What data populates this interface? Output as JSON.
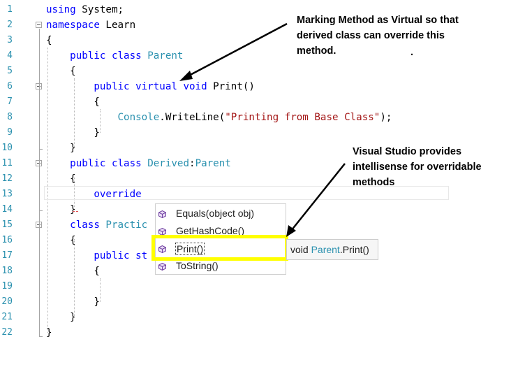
{
  "editor": {
    "line_numbers": [
      "1",
      "2",
      "3",
      "4",
      "5",
      "6",
      "7",
      "8",
      "9",
      "10",
      "11",
      "12",
      "13",
      "14",
      "15",
      "16",
      "17",
      "18",
      "19",
      "20",
      "21",
      "22"
    ],
    "lines": {
      "l1": [
        {
          "t": "using ",
          "c": "kw"
        },
        {
          "t": "System;",
          "c": ""
        }
      ],
      "l2": [
        {
          "t": "namespace ",
          "c": "kw"
        },
        {
          "t": "Learn",
          "c": ""
        }
      ],
      "l3": [
        {
          "t": "{",
          "c": ""
        }
      ],
      "l4": [
        {
          "t": "    public class ",
          "c": "kw"
        },
        {
          "t": "Parent",
          "c": "ty"
        }
      ],
      "l5": [
        {
          "t": "    {",
          "c": ""
        }
      ],
      "l6": [
        {
          "t": "        public virtual void ",
          "c": "kw"
        },
        {
          "t": "Print()",
          "c": ""
        }
      ],
      "l7": [
        {
          "t": "        {",
          "c": ""
        }
      ],
      "l8": [
        {
          "t": "            Console",
          "c": "ty"
        },
        {
          "t": ".WriteLine(",
          "c": ""
        },
        {
          "t": "\"Printing from Base Class\"",
          "c": "st"
        },
        {
          "t": ");",
          "c": ""
        }
      ],
      "l9": [
        {
          "t": "        }",
          "c": ""
        }
      ],
      "l10": [
        {
          "t": "    }",
          "c": ""
        }
      ],
      "l11": [
        {
          "t": "    public class ",
          "c": "kw"
        },
        {
          "t": "Derived",
          "c": "ty"
        },
        {
          "t": ":",
          "c": ""
        },
        {
          "t": "Parent",
          "c": "ty"
        }
      ],
      "l12": [
        {
          "t": "    {",
          "c": ""
        }
      ],
      "l13": [
        {
          "t": "        override",
          "c": "kw"
        }
      ],
      "l14": [
        {
          "t": "    }",
          "c": ""
        }
      ],
      "l15": [
        {
          "t": "    class ",
          "c": "kw"
        },
        {
          "t": "Practic",
          "c": "ty"
        }
      ],
      "l16": [
        {
          "t": "    {",
          "c": ""
        }
      ],
      "l17": [
        {
          "t": "        public st",
          "c": "kw"
        }
      ],
      "l18": [
        {
          "t": "        {",
          "c": ""
        }
      ],
      "l19": [],
      "l20": [
        {
          "t": "        }",
          "c": ""
        }
      ],
      "l21": [
        {
          "t": "    }",
          "c": ""
        }
      ],
      "l22": [
        {
          "t": "}",
          "c": ""
        }
      ]
    }
  },
  "intellisense": {
    "items": [
      {
        "label": "Equals(object obj)",
        "icon": "method-icon"
      },
      {
        "label": "GetHashCode()",
        "icon": "method-icon"
      },
      {
        "label": "Print()",
        "icon": "method-icon",
        "selected": true
      },
      {
        "label": "ToString()",
        "icon": "method-icon"
      }
    ],
    "tooltip": {
      "prefix": "void ",
      "type": "Parent",
      "suffix": ".Print()"
    }
  },
  "annotations": {
    "top_note": "Marking Method as Virtual so that\nderived class can override this\nmethod.",
    "top_dot": ".",
    "bottom_note": "Visual Studio provides\nintellisense for overridable\nmethods"
  },
  "colors": {
    "keyword": "#0000ff",
    "type": "#2b91af",
    "string": "#a31515",
    "highlight": "#ffff00",
    "line_number": "#2b91af"
  }
}
